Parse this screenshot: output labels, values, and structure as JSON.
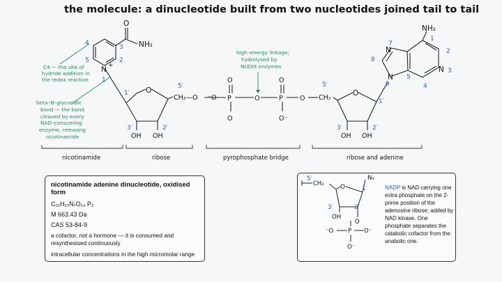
{
  "title": "the molecule: a dinucleotide built from two nucleotides joined tail to tail",
  "structure": {
    "nicotinamide": {
      "carbonyl_O": "O",
      "amide": "NH₂",
      "ring_N": "N",
      "charge": "+",
      "positions": [
        "1",
        "2",
        "3",
        "4",
        "5"
      ]
    },
    "ribose1": {
      "ring_O": "O",
      "primes": [
        "1′",
        "2′",
        "3′",
        "5′"
      ],
      "oh_3": "OH",
      "oh_2": "OH",
      "ch2o": "CH₂—O"
    },
    "pyrophosphate": {
      "O": "O",
      "P": "P",
      "O_minus": "⁻O",
      "O_minus_right": "O⁻"
    },
    "ribose2": {
      "ring_O": "O",
      "primes": [
        "1′",
        "2′",
        "3′",
        "5′"
      ],
      "oh_3": "OH",
      "oh_2": "OH",
      "ch2": "CH₂"
    },
    "adenine": {
      "nh2": "NH₂",
      "N": "N",
      "positions": [
        "1",
        "2",
        "3",
        "4",
        "5",
        "7",
        "8",
        "9"
      ]
    }
  },
  "annotations": {
    "c4": [
      "C4 — the site of",
      "hydride addition in",
      "the redox reaction"
    ],
    "glycosidic": [
      "beta–N–glycosidic",
      "bond — the bond",
      "cleaved by every",
      "NAD–consuming",
      "enzyme, releasing",
      "nicotinamide"
    ],
    "linkage": [
      "high–energy linkage;",
      "hydrolysed by",
      "NUDIX enzymes"
    ]
  },
  "sections": {
    "nicotinamide": "nicotinamide",
    "ribose": "ribose",
    "bridge": "pyrophosphate bridge",
    "ribose_adenine": "ribose and adenine"
  },
  "info": {
    "heading": "nicotinamide adenine dinucleotide, oxidised form",
    "formula": "C₂₁H₂₇N₇O₁₄ P₂",
    "mass": "M 663.43 Da",
    "cas": "CAS 53-84-9",
    "note1": "a cofactor, not a hormone — it is consumed and resynthesised continuously",
    "note2": "intracellular concentrations in the high micromolar range"
  },
  "nadp": {
    "label": "NADP",
    "text": " is NAD carrying one extra phosphate on the 2-prime position of the adenosine ribose; added by NAD kinase. One phosphate separates the catabolic cofactor from the anabolic one.",
    "mini": {
      "n9": "N₉",
      "ch2": "CH₂",
      "prime5": "5′",
      "prime1": "1′",
      "prime2": "2′",
      "prime3": "3′",
      "O": "O",
      "OH": "OH",
      "P": "P",
      "O_minus_left": "⁻O",
      "O_minus_right": "O⁻",
      "O_minus_bottom": "O⁻"
    }
  },
  "colors": {
    "position_numbers": "#2a62c4",
    "annotations": "#1f8a5b",
    "text": "#111111"
  }
}
